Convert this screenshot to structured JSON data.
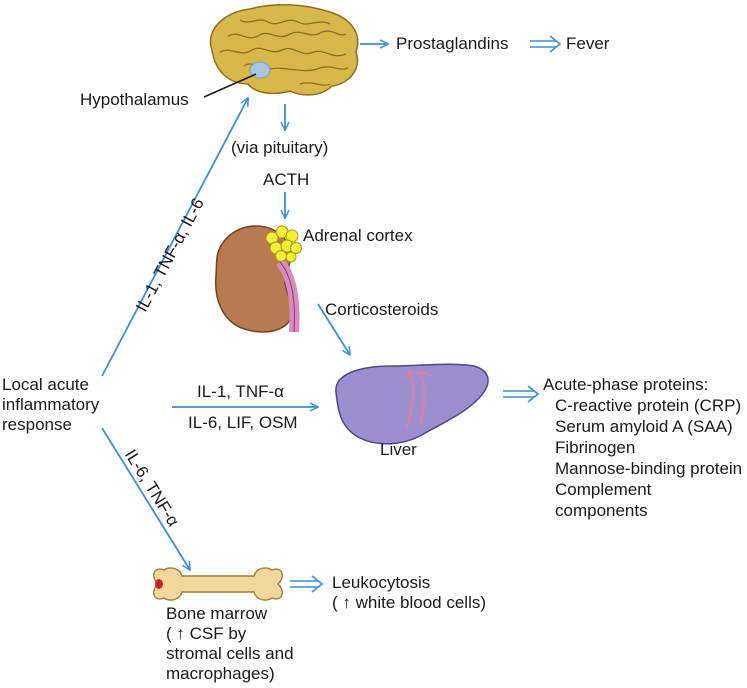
{
  "labels": {
    "hypothalamus": "Hypothalamus",
    "prostaglandins": "Prostaglandins",
    "fever": "Fever",
    "via_pituitary": "(via pituitary)",
    "acth": "ACTH",
    "adrenal_cortex": "Adrenal cortex",
    "corticosteroids": "Corticosteroids",
    "liver": "Liver",
    "cytokines_brain": "IL-1, TNF-α, IL-6",
    "cytokines_liver_top": "IL-1, TNF-α",
    "cytokines_liver_bottom": "IL-6, LIF, OSM",
    "cytokines_bone": "IL-6, TNF-α",
    "local_response": [
      "Local acute",
      "inflammatory",
      "response"
    ],
    "acute_phase_title": "Acute-phase proteins:",
    "acute_phase_items": [
      "C-reactive protein (CRP)",
      "Serum amyloid A (SAA)",
      "Fibrinogen",
      "Mannose-binding protein",
      "Complement components"
    ],
    "leukocytosis": [
      "Leukocytosis",
      "( ↑ white blood cells)"
    ],
    "bone_marrow": [
      "Bone marrow",
      "( ↑ CSF by",
      "stromal cells and",
      "macrophages)"
    ]
  },
  "colors": {
    "arrow": "#3d8fd1",
    "brain": "#d8b84a",
    "brain_dark": "#a6862a",
    "hypothalamus_spot": "#a9c6e0",
    "kidney": "#b87a52",
    "adrenal": "#f3ee3a",
    "ureter": "#d88bc0",
    "liver": "#9b8fd0",
    "liver_vessel": "#d880a8",
    "bone": "#f2d79a",
    "marrow": "#c0282d"
  }
}
